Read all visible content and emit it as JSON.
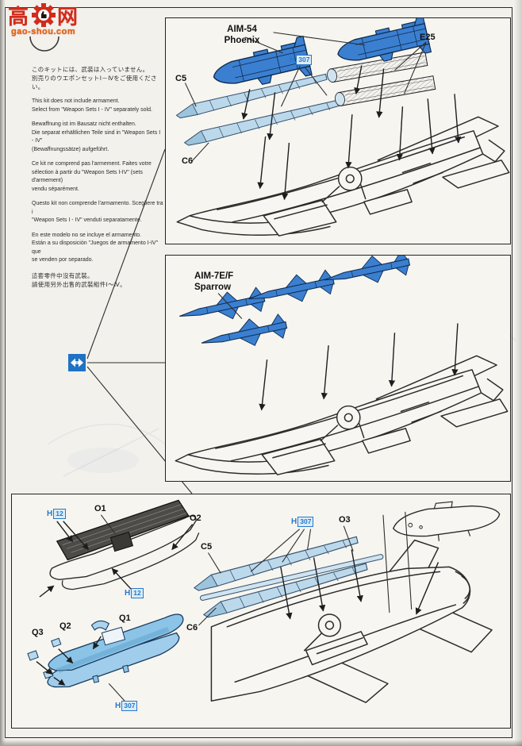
{
  "watermark": {
    "cn_left": "高",
    "cn_right": "网",
    "url": "gao-shou.com"
  },
  "notice": {
    "ja": [
      "このキットには、武装は入っていません。",
      "別売りのウエポンセットⅠ－Ⅳをご使用ください。"
    ],
    "en": [
      "This kit does not include armament.",
      "Select from \"Weapon Sets I - IV\" separately  sold."
    ],
    "de": [
      "Bewaffnung ist im Bausatz nicht enthalten.",
      "Die separat erhältlichen Teile sind in \"Weapon Sets I - IV\"",
      "(Bewaffnungssätze) aufgeführt."
    ],
    "fr": [
      "Ce kit ne comprend pas l'armement. Faites votre",
      "sélection à partir du \"Weapon Sets I-IV\" (sets d'armement)",
      "vendu séparément."
    ],
    "it": [
      "Questo kit non comprende l'armamento.   Scegliere tra i",
      "\"Weapon Sets I - IV\" venduti separatamente."
    ],
    "es": [
      "En este modelo no se incluye el armamento.",
      "Están a su disposición \"Juegos de armamento I-IV\" que",
      "se venden por separado."
    ],
    "zh": [
      "這套零件中沒有武裝。",
      "請使用另外出售的武裝組件Ⅰ～Ⅳ。"
    ]
  },
  "box1": {
    "title1": "AIM-54",
    "title2": "Phoenix"
  },
  "box2": {
    "title1": "AIM-7E/F",
    "title2": "Sparrow"
  },
  "parts": {
    "c5": "C5",
    "c6": "C6",
    "e25": "E25",
    "o1": "O1",
    "o2": "O2",
    "o3": "O3",
    "q1": "Q1",
    "q2": "Q2",
    "q3": "Q3"
  },
  "paints": {
    "h307": {
      "prefix": "H",
      "num": "307"
    },
    "h12": {
      "prefix": "H",
      "num": "12"
    }
  },
  "colors": {
    "missile_blue": "#3b7fd0",
    "rail_blue": "#bcd9ec",
    "tank_blue": "#8cc4e7",
    "callout_blue": "#2878c8",
    "watermark_red": "#d02c1c",
    "watermark_orange": "#e06812",
    "line_ink": "#2b2b2b",
    "paper": "#f2f1ec"
  }
}
